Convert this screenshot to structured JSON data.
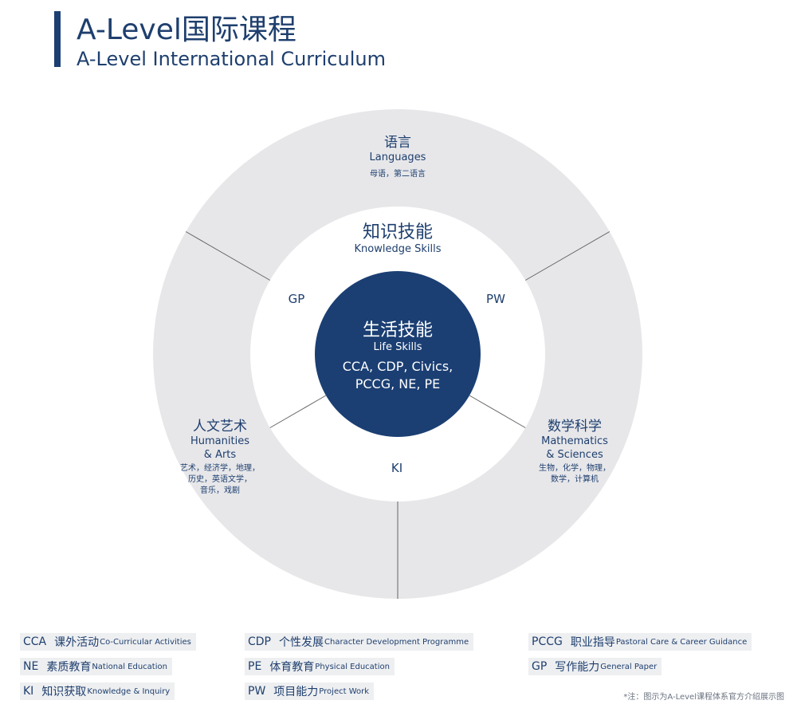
{
  "header": {
    "title_cn": "A-Level国际课程",
    "title_en": "A-Level International Curriculum"
  },
  "diagram": {
    "outer": [
      {
        "cn": "语言",
        "en": [
          "Languages"
        ],
        "sub": [
          "母语，第二语言"
        ]
      },
      {
        "cn": "人文艺术",
        "en": [
          "Humanities",
          "& Arts"
        ],
        "sub": [
          "艺术，经济学，地理，",
          "历史，英语文学，",
          "音乐，戏剧"
        ]
      },
      {
        "cn": "数学科学",
        "en": [
          "Mathematics",
          "& Sciences"
        ],
        "sub": [
          "生物，化学，物理，",
          "数学，计算机"
        ]
      }
    ],
    "middle": {
      "cn": "知识技能",
      "en": "Knowledge Skills",
      "items": [
        "GP",
        "PW",
        "KI"
      ]
    },
    "core": {
      "cn": "生活技能",
      "en": "Life Skills",
      "list": [
        "CCA, CDP, Civics,",
        "PCCG, NE, PE"
      ]
    },
    "colors": {
      "outer": "#e7e7ea",
      "middle": "#ffffff",
      "core": "#1b3f73",
      "line": "#666666",
      "text": "#1e3f6e"
    }
  },
  "legend": [
    {
      "abbr": "CCA",
      "cn": "课外活动",
      "en": "Co-Curricular Activities"
    },
    {
      "abbr": "NE",
      "cn": "素质教育",
      "en": "National Education"
    },
    {
      "abbr": "KI",
      "cn": "知识获取",
      "en": "Knowledge & Inquiry"
    },
    {
      "abbr": "CDP",
      "cn": "个性发展",
      "en": "Character Development Programme"
    },
    {
      "abbr": "PE",
      "cn": "体育教育",
      "en": "Physical Education"
    },
    {
      "abbr": "PW",
      "cn": "项目能力",
      "en": "Project Work"
    },
    {
      "abbr": "PCCG",
      "cn": "职业指导",
      "en": "Pastoral Care & Career Guidance"
    },
    {
      "abbr": "GP",
      "cn": "写作能力",
      "en": "General Paper"
    }
  ],
  "note": "*注：图示为A-Level课程体系官方介绍展示图"
}
